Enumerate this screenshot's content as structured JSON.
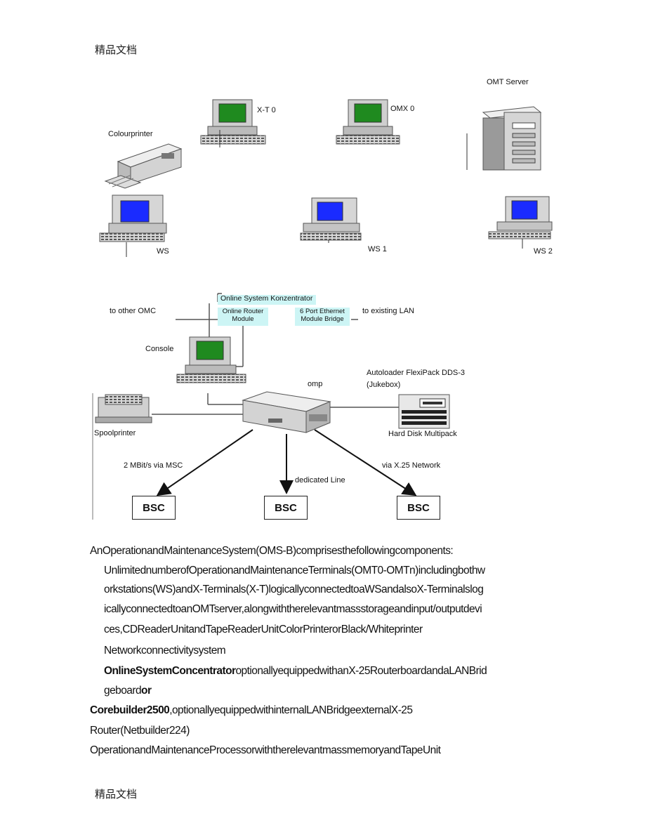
{
  "header": {
    "watermark": "精品文档"
  },
  "footer": {
    "watermark": "精品文档"
  },
  "diagram": {
    "labels": {
      "omt_server": "OMT Server",
      "xt0": "X-T 0",
      "omx0": "OMX 0",
      "colourprinter": "Colourprinter",
      "ws": "WS",
      "ws1": "WS 1",
      "ws2": "WS 2",
      "osk": "Online System Konzentrator",
      "router_module": "Online Router Module",
      "ethernet_bridge": "6 Port Ethernet Module Bridge",
      "to_other_omc": "to other OMC",
      "to_existing_lan": "to existing LAN",
      "console": "Console",
      "autoloader": "Autoloader FlexiPack DDS-3",
      "jukebox": "(Jukebox)",
      "omp": "omp",
      "spoolprinter": "Spoolprinter",
      "hard_disk": "Hard Disk Multipack",
      "link_msc": "2 MBit/s via MSC",
      "link_dedicated": "dedicated Line",
      "link_x25": "via X.25 Network",
      "bsc1": "BSC",
      "bsc2": "BSC",
      "bsc3": "BSC"
    }
  },
  "text": {
    "intro": "AnOperationandMaintenanceSystem(OMS-B)comprisesthefollowingcomponents:",
    "item1_l1": "UnlimitednumberofOperationandMaintenanceTerminals(OMT0-OMTn)includingbothw",
    "item1_l2": "orkstations(WS)andX-Terminals(X-T)logicallyconnectedtoaWSandalsoX-Terminalslog",
    "item1_l3": "icallyconnectedtoanOMTserver,alongwiththerelevantmassstorageandinput/outputdevi",
    "item1_l4": "ces,CDReaderUnitandTapeReaderUnitColorPrinterorBlack/Whiteprinter",
    "item2": "Networkconnectivitysystem",
    "item3_bold": "OnlineSystemConcentrator",
    "item3_rest": "optionallyequippedwithanX-25RouterboardandaLANBrid",
    "item3_l2": "geboard",
    "item3_or": "or",
    "item4_bold": "Corebuilder2500",
    "item4_rest": ",optionallyequippedwithinternalLANBridgeexternalX-25",
    "item4_l2": "Router(Netbuilder224)",
    "item5": "OperationandMaintenanceProcessorwiththerelevantmassmemoryandTapeUnit"
  },
  "colors": {
    "screen_green": "#1f8a1f",
    "screen_blue": "#1a2bff",
    "box_cyan": "#cdf5f5"
  }
}
